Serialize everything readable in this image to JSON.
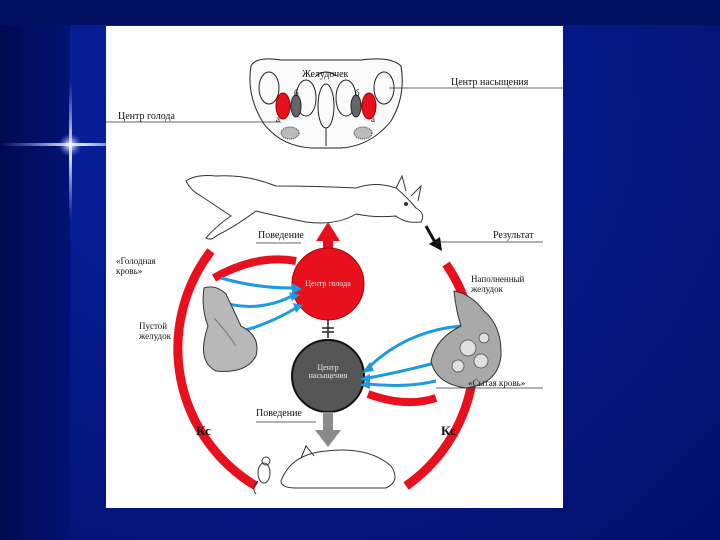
{
  "diagram": {
    "labels": {
      "ventricle": "Желудочек",
      "satiety_center": "Центр насыщения",
      "hunger_center": "Центр голода",
      "behavior_top": "Поведение",
      "result": "Результат",
      "hungry_blood": "«Голодная кровь»",
      "full_stomach": "Наполненный желудок",
      "empty_stomach": "Пустой желудок",
      "satiety_center_circle": "Центр насыщения",
      "hunger_center_circle": "Центр голода",
      "fed_blood": "«Сытая кровь»",
      "behavior_bottom": "Поведение",
      "ks_left": "Кс",
      "ks_right": "Кс",
      "marker_a_left": "а",
      "marker_a_right": "а",
      "marker_b_left": "б",
      "marker_b_right": "б"
    },
    "colors": {
      "red": "#e8101c",
      "blue": "#1e9be0",
      "gray_center": "#555555",
      "gray_arrow": "#8a8a8a"
    }
  }
}
